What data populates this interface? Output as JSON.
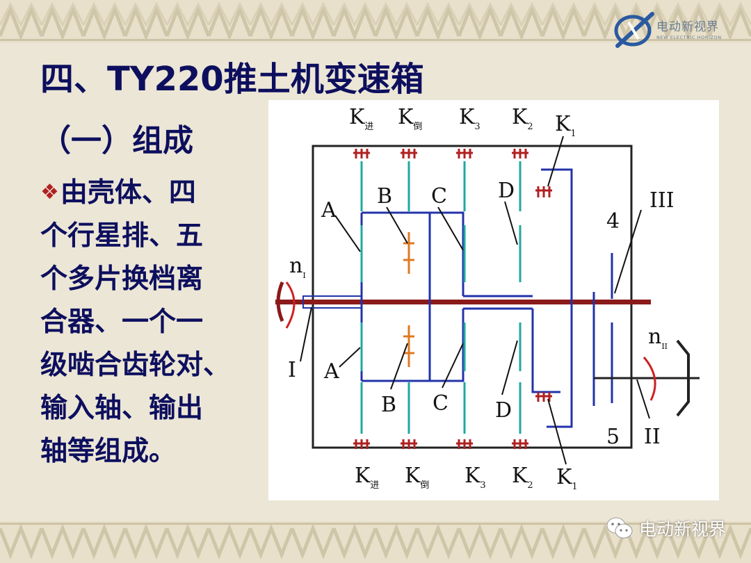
{
  "header": {
    "logo_name": "电动新视界",
    "logo_subtitle": "NEW ELECTRIC HORIZON"
  },
  "slide": {
    "title": "四、TY220推土机变速箱",
    "subtitle": "（一）组成",
    "bullet_symbol": "❖",
    "body_lines": [
      "由壳体、四",
      "个行星排、五",
      "个多片换档离",
      "合器、一个一",
      "级啮合齿轮对、",
      "输入轴、输出",
      "轴等组成。"
    ]
  },
  "diagram": {
    "top_clutch_labels": [
      {
        "main": "K",
        "sub": "进"
      },
      {
        "main": "K",
        "sub": "倒"
      },
      {
        "main": "K",
        "sub": "3"
      },
      {
        "main": "K",
        "sub": "2"
      },
      {
        "main": "K",
        "sub": "1"
      }
    ],
    "bottom_clutch_labels": [
      {
        "main": "K",
        "sub": "进"
      },
      {
        "main": "K",
        "sub": "倒"
      },
      {
        "main": "K",
        "sub": "3"
      },
      {
        "main": "K",
        "sub": "2"
      },
      {
        "main": "K",
        "sub": "1"
      }
    ],
    "planet_labels_upper": [
      "A",
      "B",
      "C",
      "D"
    ],
    "planet_labels_lower": [
      "A",
      "B",
      "C",
      "D"
    ],
    "input_speed": {
      "main": "n",
      "sub": "I"
    },
    "output_speed": {
      "main": "n",
      "sub": "II"
    },
    "shaft_labels": [
      "I",
      "II",
      "III"
    ],
    "gear_labels": [
      "4",
      "5"
    ],
    "colors": {
      "housing": "#222222",
      "carrier": "#2233aa",
      "gear": "#1fa8a0",
      "planet": "#e07820",
      "clutch": "#b02020",
      "shaft": "#8b1a1a"
    }
  },
  "watermark": {
    "text": "电动新视界",
    "icon": "wechat-icon"
  },
  "theme": {
    "title_color": "#0d0f5e",
    "bullet_color": "#b02222",
    "border_color": "#c9c0a4"
  }
}
